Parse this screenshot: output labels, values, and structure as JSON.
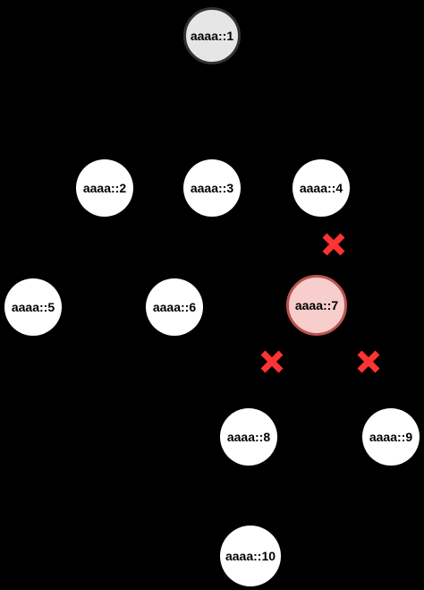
{
  "nodes": [
    {
      "id": "n1",
      "label": "aaaa::1",
      "state": "root"
    },
    {
      "id": "n2",
      "label": "aaaa::2",
      "state": "normal"
    },
    {
      "id": "n3",
      "label": "aaaa::3",
      "state": "normal"
    },
    {
      "id": "n4",
      "label": "aaaa::4",
      "state": "normal"
    },
    {
      "id": "n5",
      "label": "aaaa::5",
      "state": "normal"
    },
    {
      "id": "n6",
      "label": "aaaa::6",
      "state": "normal"
    },
    {
      "id": "n7",
      "label": "aaaa::7",
      "state": "failed"
    },
    {
      "id": "n8",
      "label": "aaaa::8",
      "state": "normal"
    },
    {
      "id": "n9",
      "label": "aaaa::9",
      "state": "normal"
    },
    {
      "id": "n10",
      "label": "aaaa::10",
      "state": "normal"
    }
  ],
  "broken_links": [
    {
      "from": "aaaa::4",
      "to": "aaaa::7"
    },
    {
      "from": "aaaa::7",
      "to": "aaaa::8"
    },
    {
      "from": "aaaa::7",
      "to": "aaaa::9"
    }
  ],
  "colors": {
    "background": "#000000",
    "node_fill": "#ffffff",
    "root_fill": "#e6e6e6",
    "root_border": "#333333",
    "failed_fill": "#f8cecc",
    "failed_border": "#b85450",
    "cross": "#ff3333"
  },
  "icons": {
    "broken_link": "cross-icon"
  }
}
